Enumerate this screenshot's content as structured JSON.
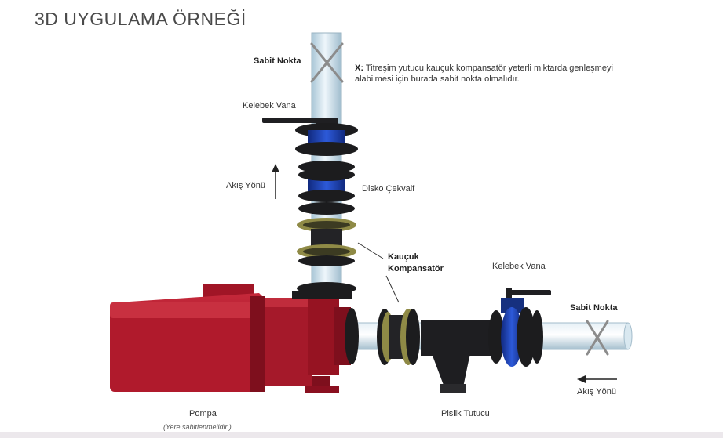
{
  "title": "3D UYGULAMA ÖRNEĞİ",
  "labels": {
    "sabit_nokta_top": "Sabit Nokta",
    "note_x": "X:",
    "note_text": "Titreşim yutucu kauçuk kompansatör yeterli miktarda genleşmeyi alabilmesi için burada sabit nokta olmalıdır.",
    "kelebek_vana_top": "Kelebek Vana",
    "akis_yonu_vertical": "Akış Yönü",
    "disko_cekvalf": "Disko Çekvalf",
    "kaucuk_line1": "Kauçuk",
    "kaucuk_line2": "Kompansatör",
    "kelebek_vana_right": "Kelebek Vana",
    "sabit_nokta_right": "Sabit Nokta",
    "akis_yonu_horizontal": "Akış Yönü",
    "pompa": "Pompa",
    "pompa_note": "(Yere sabitlenmelidir.)",
    "pislik_tutucu": "Pislik Tutucu"
  },
  "colors": {
    "pump_red": "#b0182a",
    "pump_dark": "#7e0f1d",
    "pipe": "#cfe3ee",
    "flange": "#1c1c1e",
    "valve_blue": "#1b3fb8",
    "rubber_ring": "#8f8a46",
    "marker": "#888888"
  }
}
